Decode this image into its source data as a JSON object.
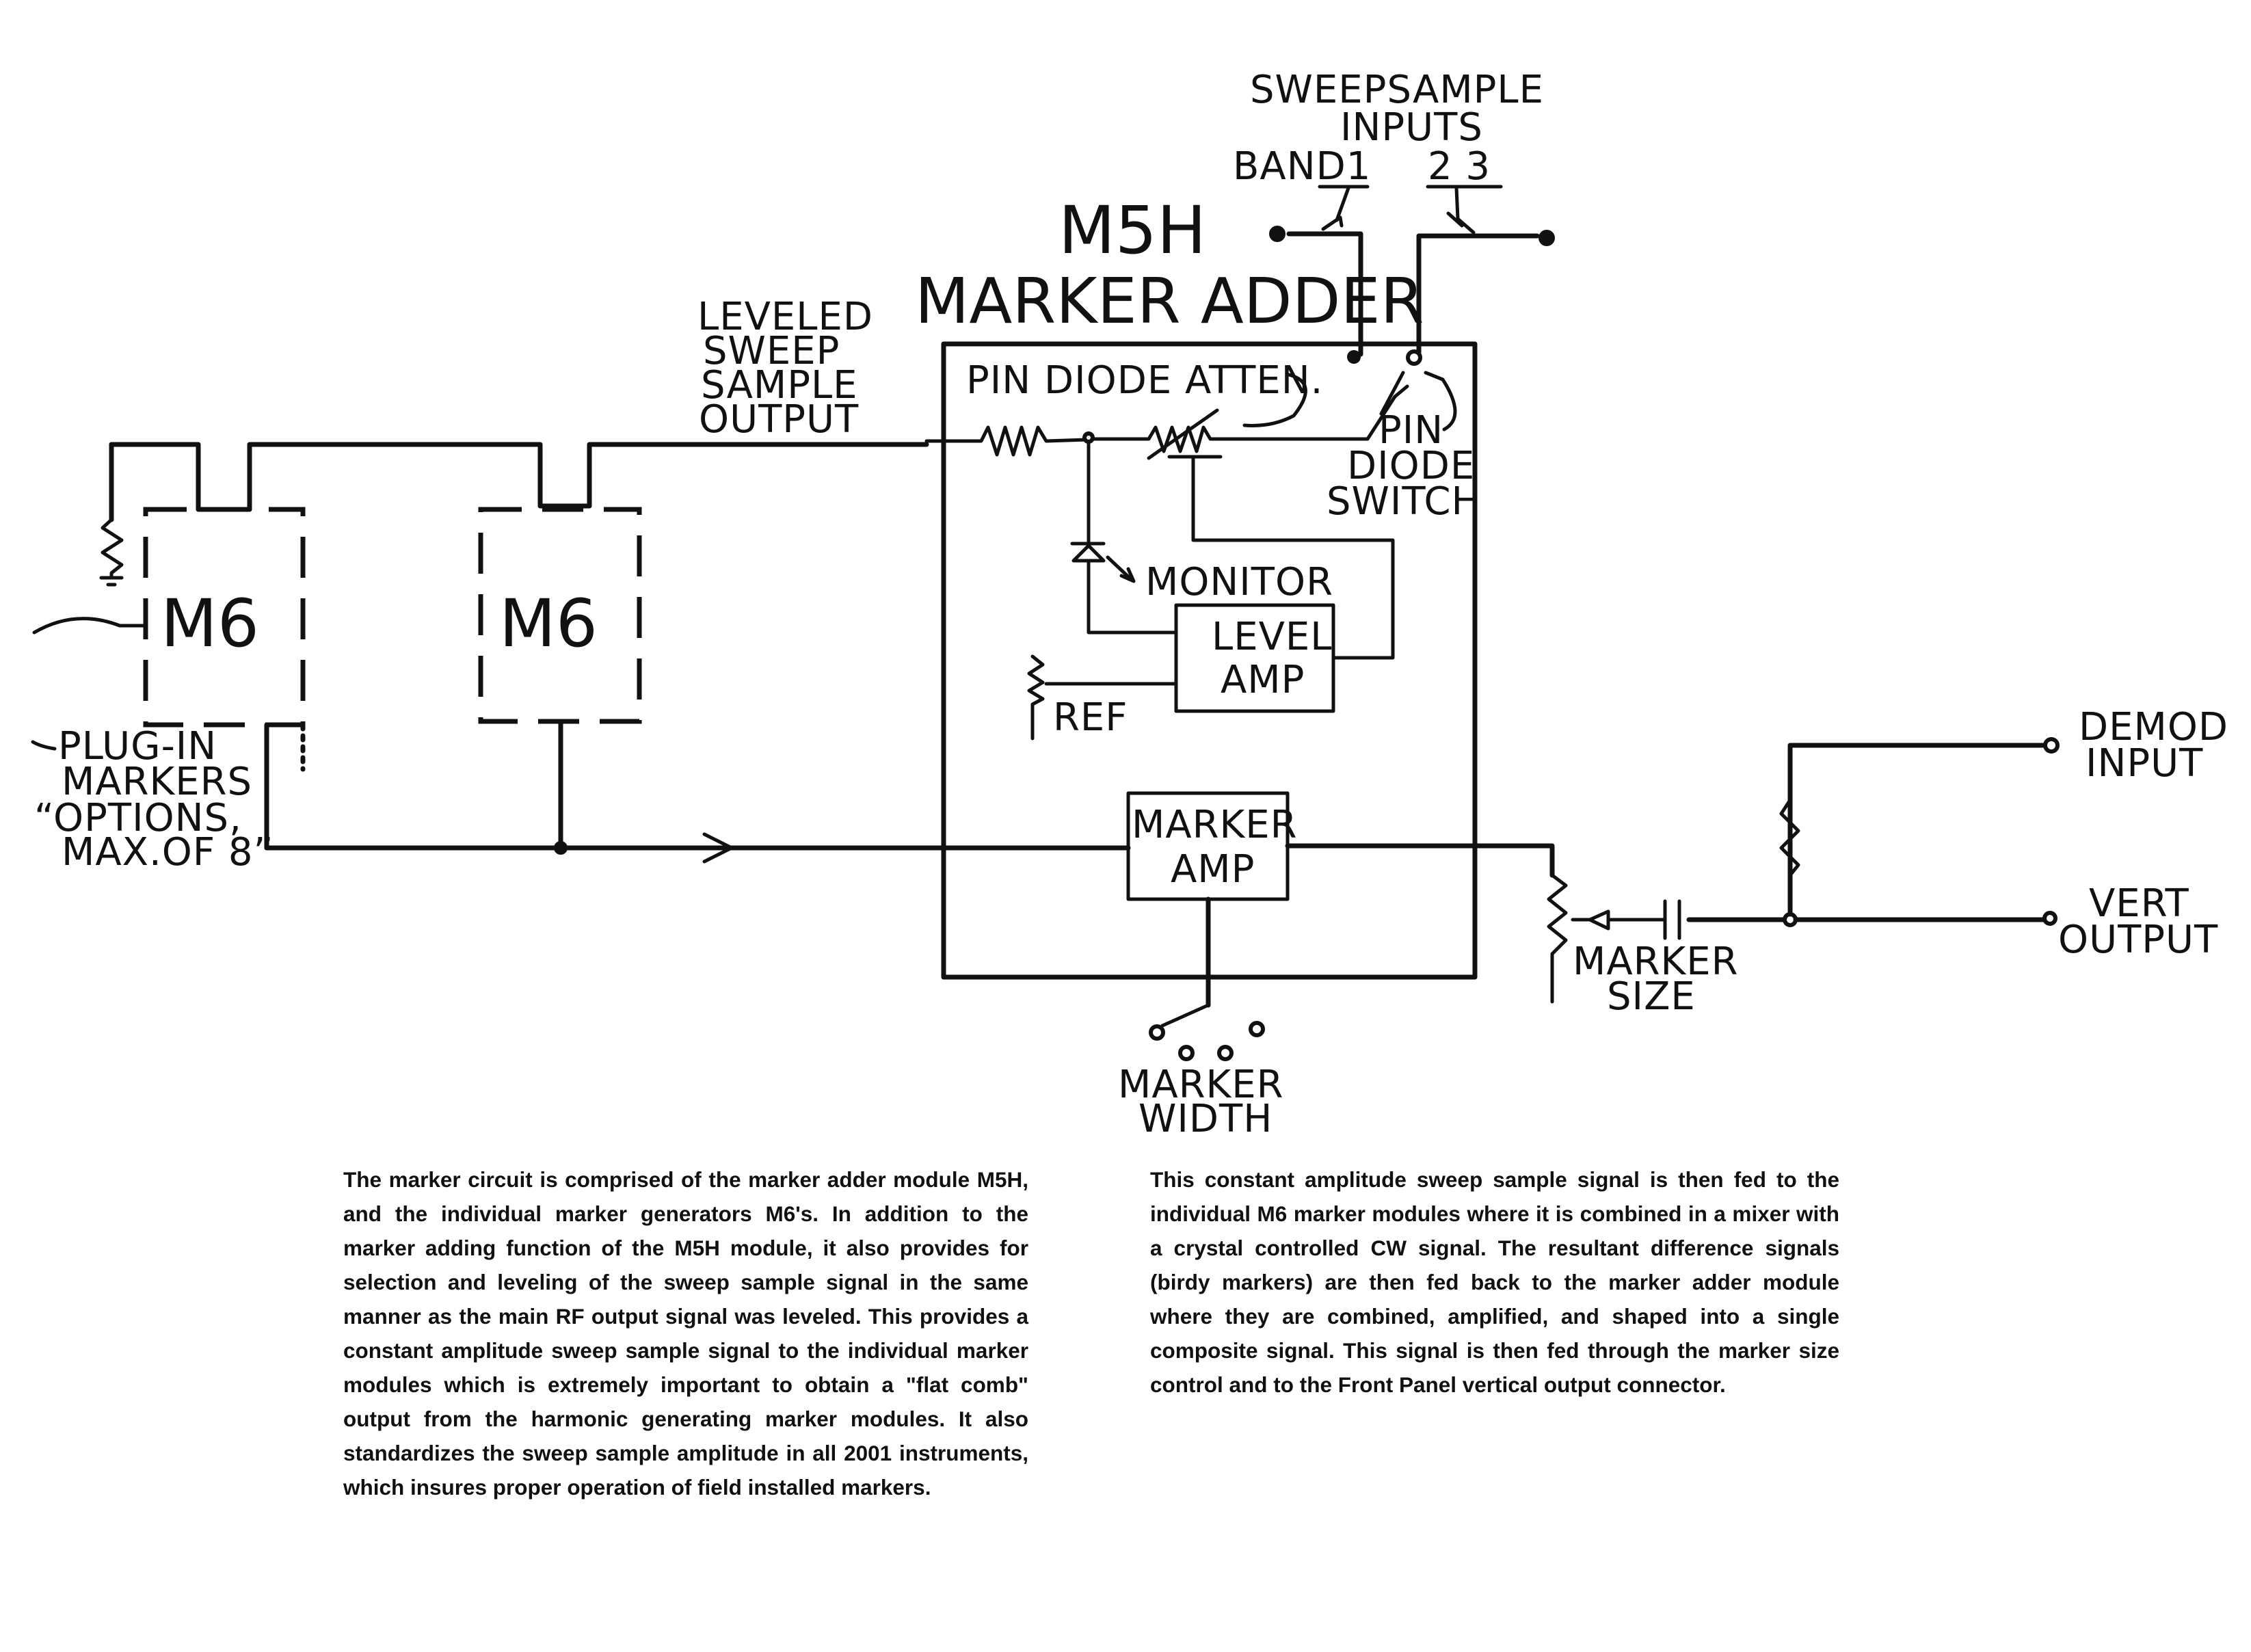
{
  "diagram": {
    "title": "Marker circuit block diagram",
    "labels": {
      "sweep_sample_inputs_line1": "SWEEPSAMPLE",
      "sweep_sample_inputs_line2": "INPUTS",
      "band_1": "BAND1",
      "band_2_3": "2  3",
      "m5h": "M5H",
      "marker_adder": "MARKER ADDER",
      "leveled_line1": "LEVELED",
      "leveled_line2": "SWEEP",
      "leveled_line3": "SAMPLE",
      "leveled_line4": "OUTPUT",
      "pin_diode_atten": "PIN DIODE ATTEN.",
      "pin_diode_switch_line1": "PIN",
      "pin_diode_switch_line2": "DIODE",
      "pin_diode_switch_line3": "SWITCH",
      "monitor": "MONITOR",
      "level_amp_line1": "LEVEL",
      "level_amp_line2": "AMP",
      "ref": "REF",
      "m6_left": "M6",
      "m6_right": "M6",
      "plug_in_line1": "PLUG-IN",
      "plug_in_line2": "MARKERS",
      "plug_in_line3": "“OPTIONS,",
      "plug_in_line4": "MAX.OF 8”",
      "marker_amp_line1": "MARKER",
      "marker_amp_line2": "AMP",
      "marker_width_line1": "MARKER",
      "marker_width_line2": "WIDTH",
      "marker_size_line1": "MARKER",
      "marker_size_line2": "SIZE",
      "demod_input_line1": "DEMOD",
      "demod_input_line2": "INPUT",
      "vert_output_line1": "VERT",
      "vert_output_line2": "OUTPUT"
    },
    "components": [
      {
        "id": "M5H",
        "type": "module",
        "name": "Marker Adder"
      },
      {
        "id": "M6-1",
        "type": "module",
        "name": "Plug-in marker (optional)",
        "style": "dashed"
      },
      {
        "id": "M6-2",
        "type": "module",
        "name": "Plug-in marker",
        "style": "dashed"
      },
      {
        "id": "level-amp",
        "type": "amplifier",
        "name": "Level Amp"
      },
      {
        "id": "marker-amp",
        "type": "amplifier",
        "name": "Marker Amp"
      },
      {
        "id": "pin-atten",
        "type": "variable-resistor",
        "name": "PIN Diode Atten."
      },
      {
        "id": "pin-switch",
        "type": "switch",
        "name": "PIN Diode Switch"
      },
      {
        "id": "marker-size",
        "type": "potentiometer",
        "name": "Marker Size"
      },
      {
        "id": "marker-width",
        "type": "rotary-switch",
        "name": "Marker Width",
        "positions": 4
      }
    ]
  },
  "text": {
    "left_paragraph": "The marker circuit is comprised of the marker adder module M5H, and the individual marker generators M6's. In addition to the marker adding function of the M5H module, it also provides for selection and leveling of the sweep sample signal in the same manner as the main RF output signal was leveled. This provides a constant amplitude sweep sample signal to the individual marker modules which is extremely important to obtain a \"flat comb\" output from the harmonic generating marker modules. It also standardizes the sweep sample amplitude in all 2001 instruments, which insures proper operation of field installed markers.",
    "right_paragraph": "This constant amplitude sweep sample signal is then fed to the individual M6 marker modules where it is combined in a mixer with a crystal controlled CW signal. The resultant difference signals (birdy markers) are then fed back to the marker adder module where they are combined, amplified, and shaped into a single composite signal. This signal is then fed through the marker size control and to the Front Panel vertical output connector."
  }
}
